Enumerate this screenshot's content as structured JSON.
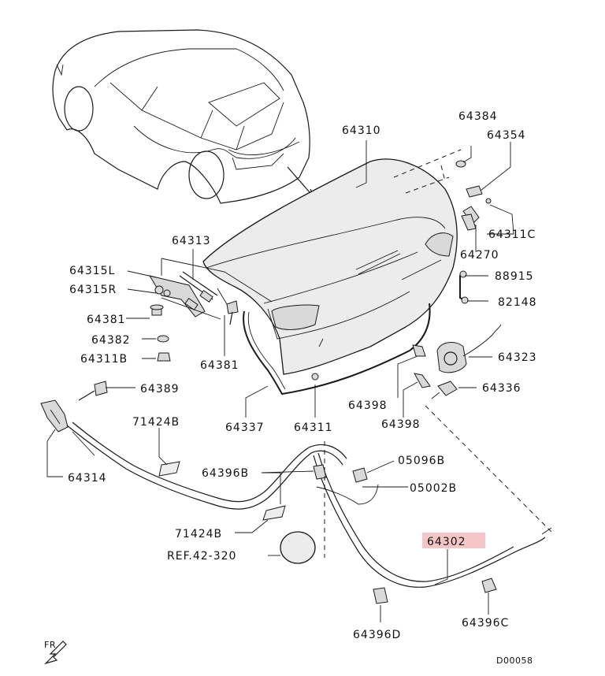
{
  "highlight_color": "#f6c6c6",
  "labels": {
    "p64384": "64384",
    "p64354": "64354",
    "p64310": "64310",
    "p64311c": "64311C",
    "p64270": "64270",
    "p88915": "88915",
    "p82148": "82148",
    "p64313": "64313",
    "p64315l": "64315L",
    "p64315r": "64315R",
    "p64381a": "64381",
    "p64382": "64382",
    "p64311b": "64311B",
    "p64381b": "64381",
    "p64323": "64323",
    "p64389": "64389",
    "p64398a": "64398",
    "p64336": "64336",
    "p64337": "64337",
    "p64311": "64311",
    "p64398b": "64398",
    "p71424b_top": "71424B",
    "p64314": "64314",
    "p64396b": "64396B",
    "p05096b": "05096B",
    "p05002b": "05002B",
    "p71424b_bottom": "71424B",
    "p64302": "64302",
    "ref": "REF.42-320",
    "p64396d": "64396D",
    "p64396c": "64396C",
    "fr": "FR",
    "code": "D00058"
  }
}
